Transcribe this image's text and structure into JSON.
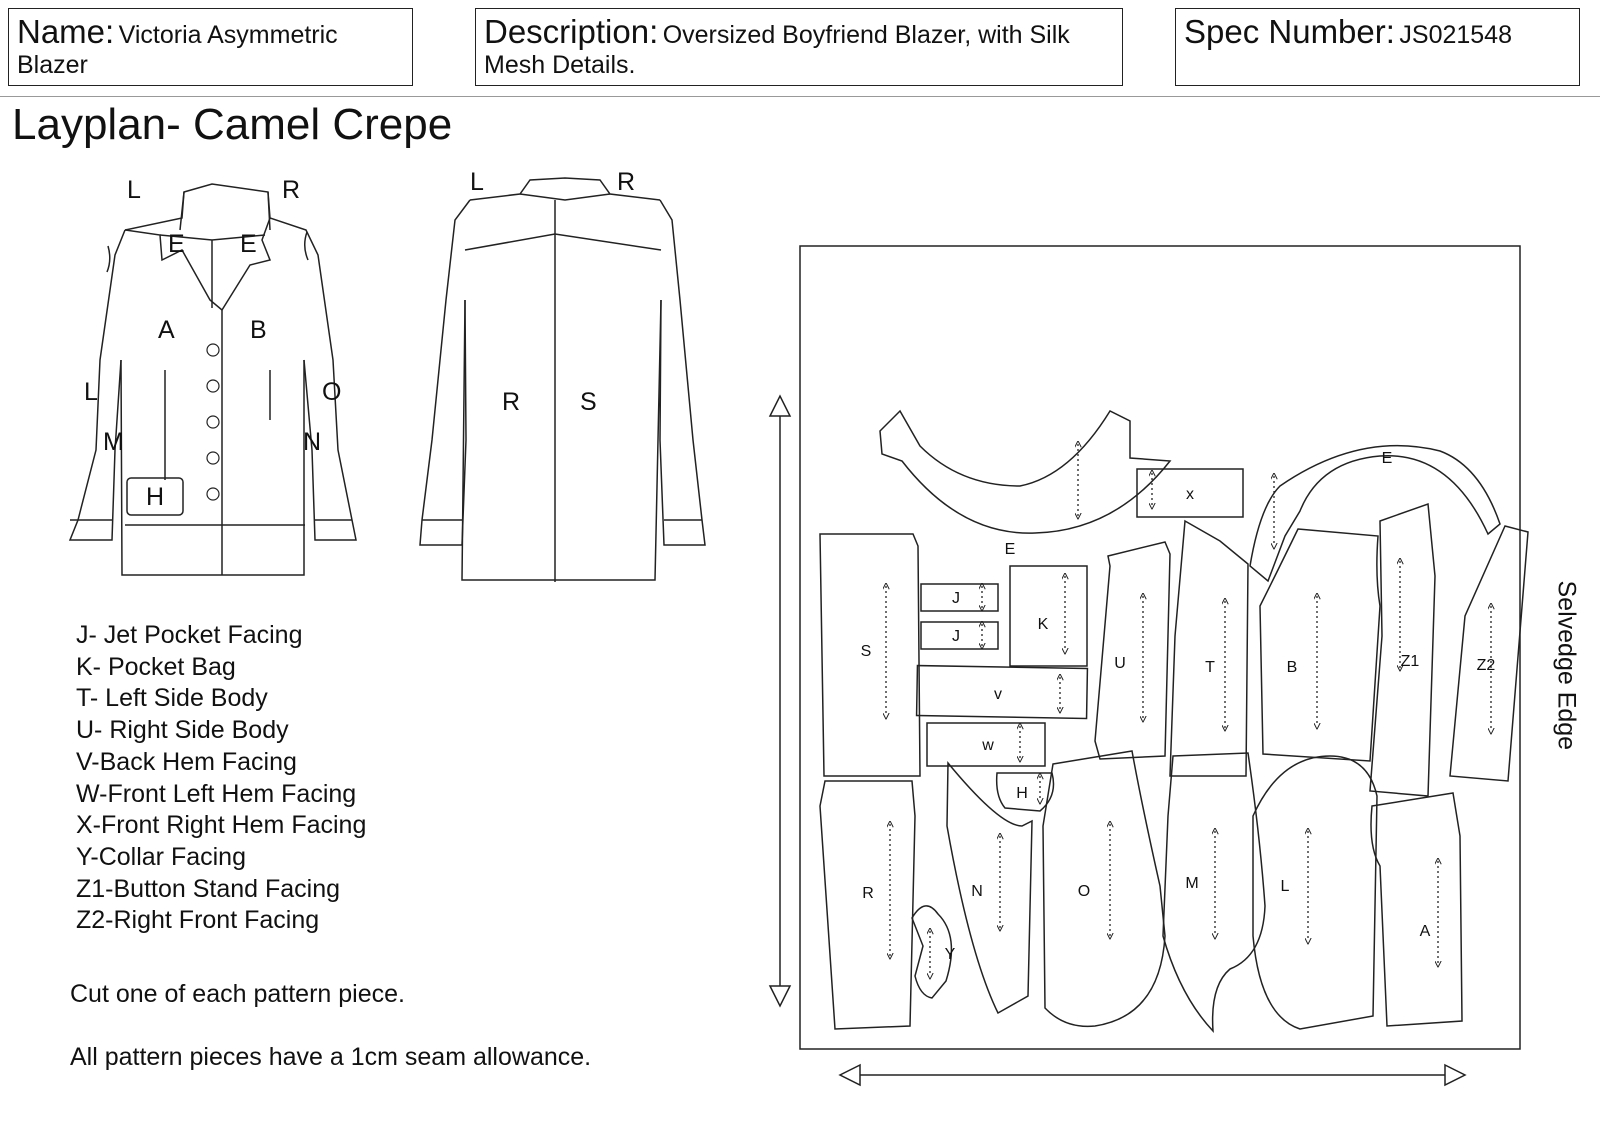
{
  "header": {
    "name_label": "Name:",
    "name_value": "Victoria Asymmetric",
    "name_value_2": "Blazer",
    "description_label": "Description:",
    "description_value": "Oversized Boyfriend Blazer, with Silk",
    "description_value_2": "Mesh Details.",
    "spec_label": "Spec Number:",
    "spec_value": "JS021548"
  },
  "title": "Layplan- Camel Crepe",
  "front_sketch_labels": [
    "L",
    "R",
    "E",
    "E",
    "A",
    "B",
    "L",
    "O",
    "M",
    "N",
    "H"
  ],
  "back_sketch_labels": [
    "L",
    "R",
    "R",
    "S"
  ],
  "legend": [
    "J- Jet Pocket Facing",
    "K- Pocket Bag",
    "T- Left Side Body",
    "U- Right Side Body",
    "V-Back Hem Facing",
    "W-Front Left Hem Facing",
    "X-Front Right Hem Facing",
    "Y-Collar Facing",
    "Z1-Button Stand Facing",
    "Z2-Right Front Facing"
  ],
  "notes": [
    "Cut one of each pattern piece.",
    "All pattern pieces have a 1cm seam allowance."
  ],
  "layplan_pieces": [
    "E",
    "x",
    "E",
    "S",
    "J",
    "J",
    "K",
    "v",
    "w",
    "H",
    "U",
    "T",
    "B",
    "Z1",
    "Z2",
    "R",
    "Y",
    "N",
    "O",
    "M",
    "L",
    "A"
  ],
  "selvedge_label": "Selvedge Edge"
}
